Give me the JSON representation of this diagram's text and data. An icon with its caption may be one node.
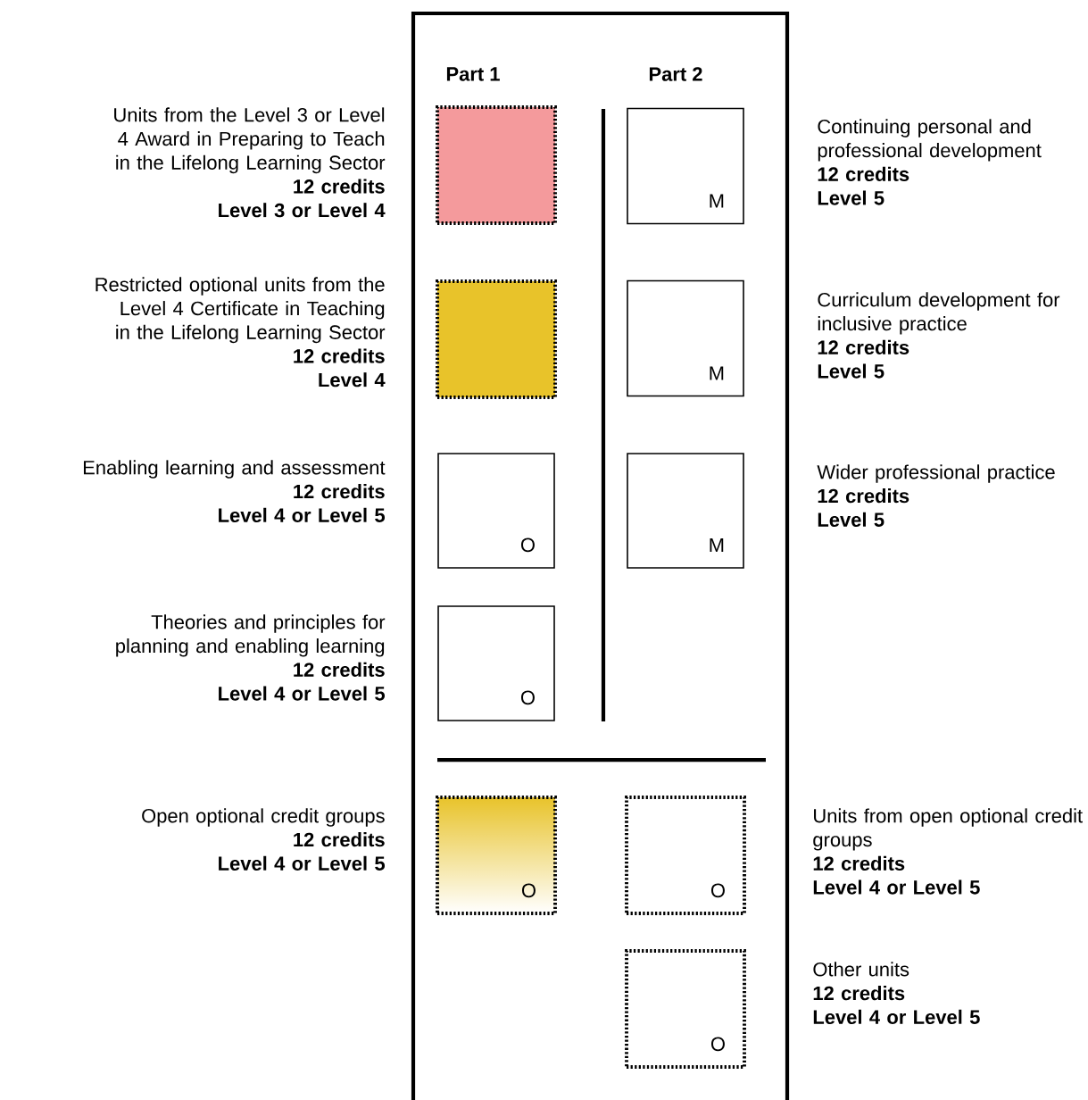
{
  "diagram": {
    "nodes": [
      {
        "text": [],
        "shape": "box",
        "beside": [
          "Units from the Level 3 or Level 4 Award in Preparing to Teach in the Lifelong Learning Sector",
          "12 credits",
          "Level 3 or Level 4"
        ]
      },
      {
        "text": [
          "M"
        ],
        "beside": [
          "Continuing personal and professional development",
          "12 credits",
          "Level 5"
        ]
      },
      {
        "text": [],
        "shape": "box",
        "beside": [
          "Restricted optional units from the Level 4 Certificate in Teaching in the Lifelong Learning Sector",
          "12 credits",
          "Level 4"
        ]
      },
      {
        "text": [
          "M"
        ],
        "beside": [
          "Curriculum development for inclusive practice",
          "12 credits",
          "Level 5"
        ]
      },
      {
        "text": [
          "O"
        ],
        "beside": [
          "Enabling learning and assessment",
          "12 credits",
          "Level 4 or Level 5"
        ]
      },
      {
        "text": [
          "M"
        ],
        "beside": [
          "Wider professional practice",
          "12 credits",
          "Level 5"
        ]
      },
      {
        "text": [
          "O"
        ],
        "beside": [
          "Theories and principles for planning and enabling learning",
          "12 credits",
          "Level 4 or Level 5"
        ]
      },
      {
        "text": [
          "O"
        ],
        "beside": [
          "Open optional credit groups",
          "12 credits",
          "Level 4 or Level 5"
        ]
      },
      {
        "text": [
          "O"
        ],
        "beside": [
          "Units from open optional credit groups",
          "12 credits",
          "Level 4 or Level 5"
        ]
      },
      {
        "text": [
          "O"
        ],
        "beside": [
          "Other units",
          "12 credits",
          "Level 4 or Level 5"
        ]
      }
    ],
    "labels": [
      "Part 1",
      "Part 2"
    ]
  }
}
